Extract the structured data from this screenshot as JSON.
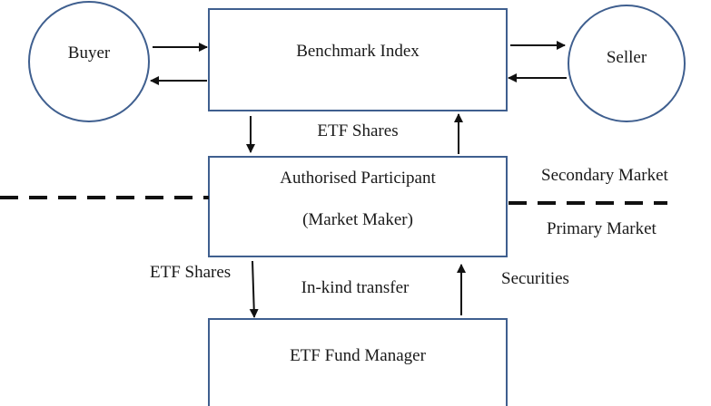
{
  "nodes": {
    "buyer": "Buyer",
    "seller": "Seller",
    "benchmark_index": "Benchmark Index",
    "authorised_participant_line1": "Authorised Participant",
    "authorised_participant_line2": "(Market Maker)",
    "etf_fund_manager": "ETF Fund Manager"
  },
  "edge_labels": {
    "etf_shares_upper": "ETF Shares",
    "etf_shares_lower": "ETF Shares",
    "in_kind_transfer": "In-kind transfer",
    "securities": "Securities"
  },
  "market_labels": {
    "secondary": "Secondary Market",
    "primary": "Primary Market"
  },
  "colors": {
    "shape_stroke": "#3f5f8f",
    "arrow": "#111111",
    "divider": "#111111",
    "text": "#1a1a1a"
  }
}
